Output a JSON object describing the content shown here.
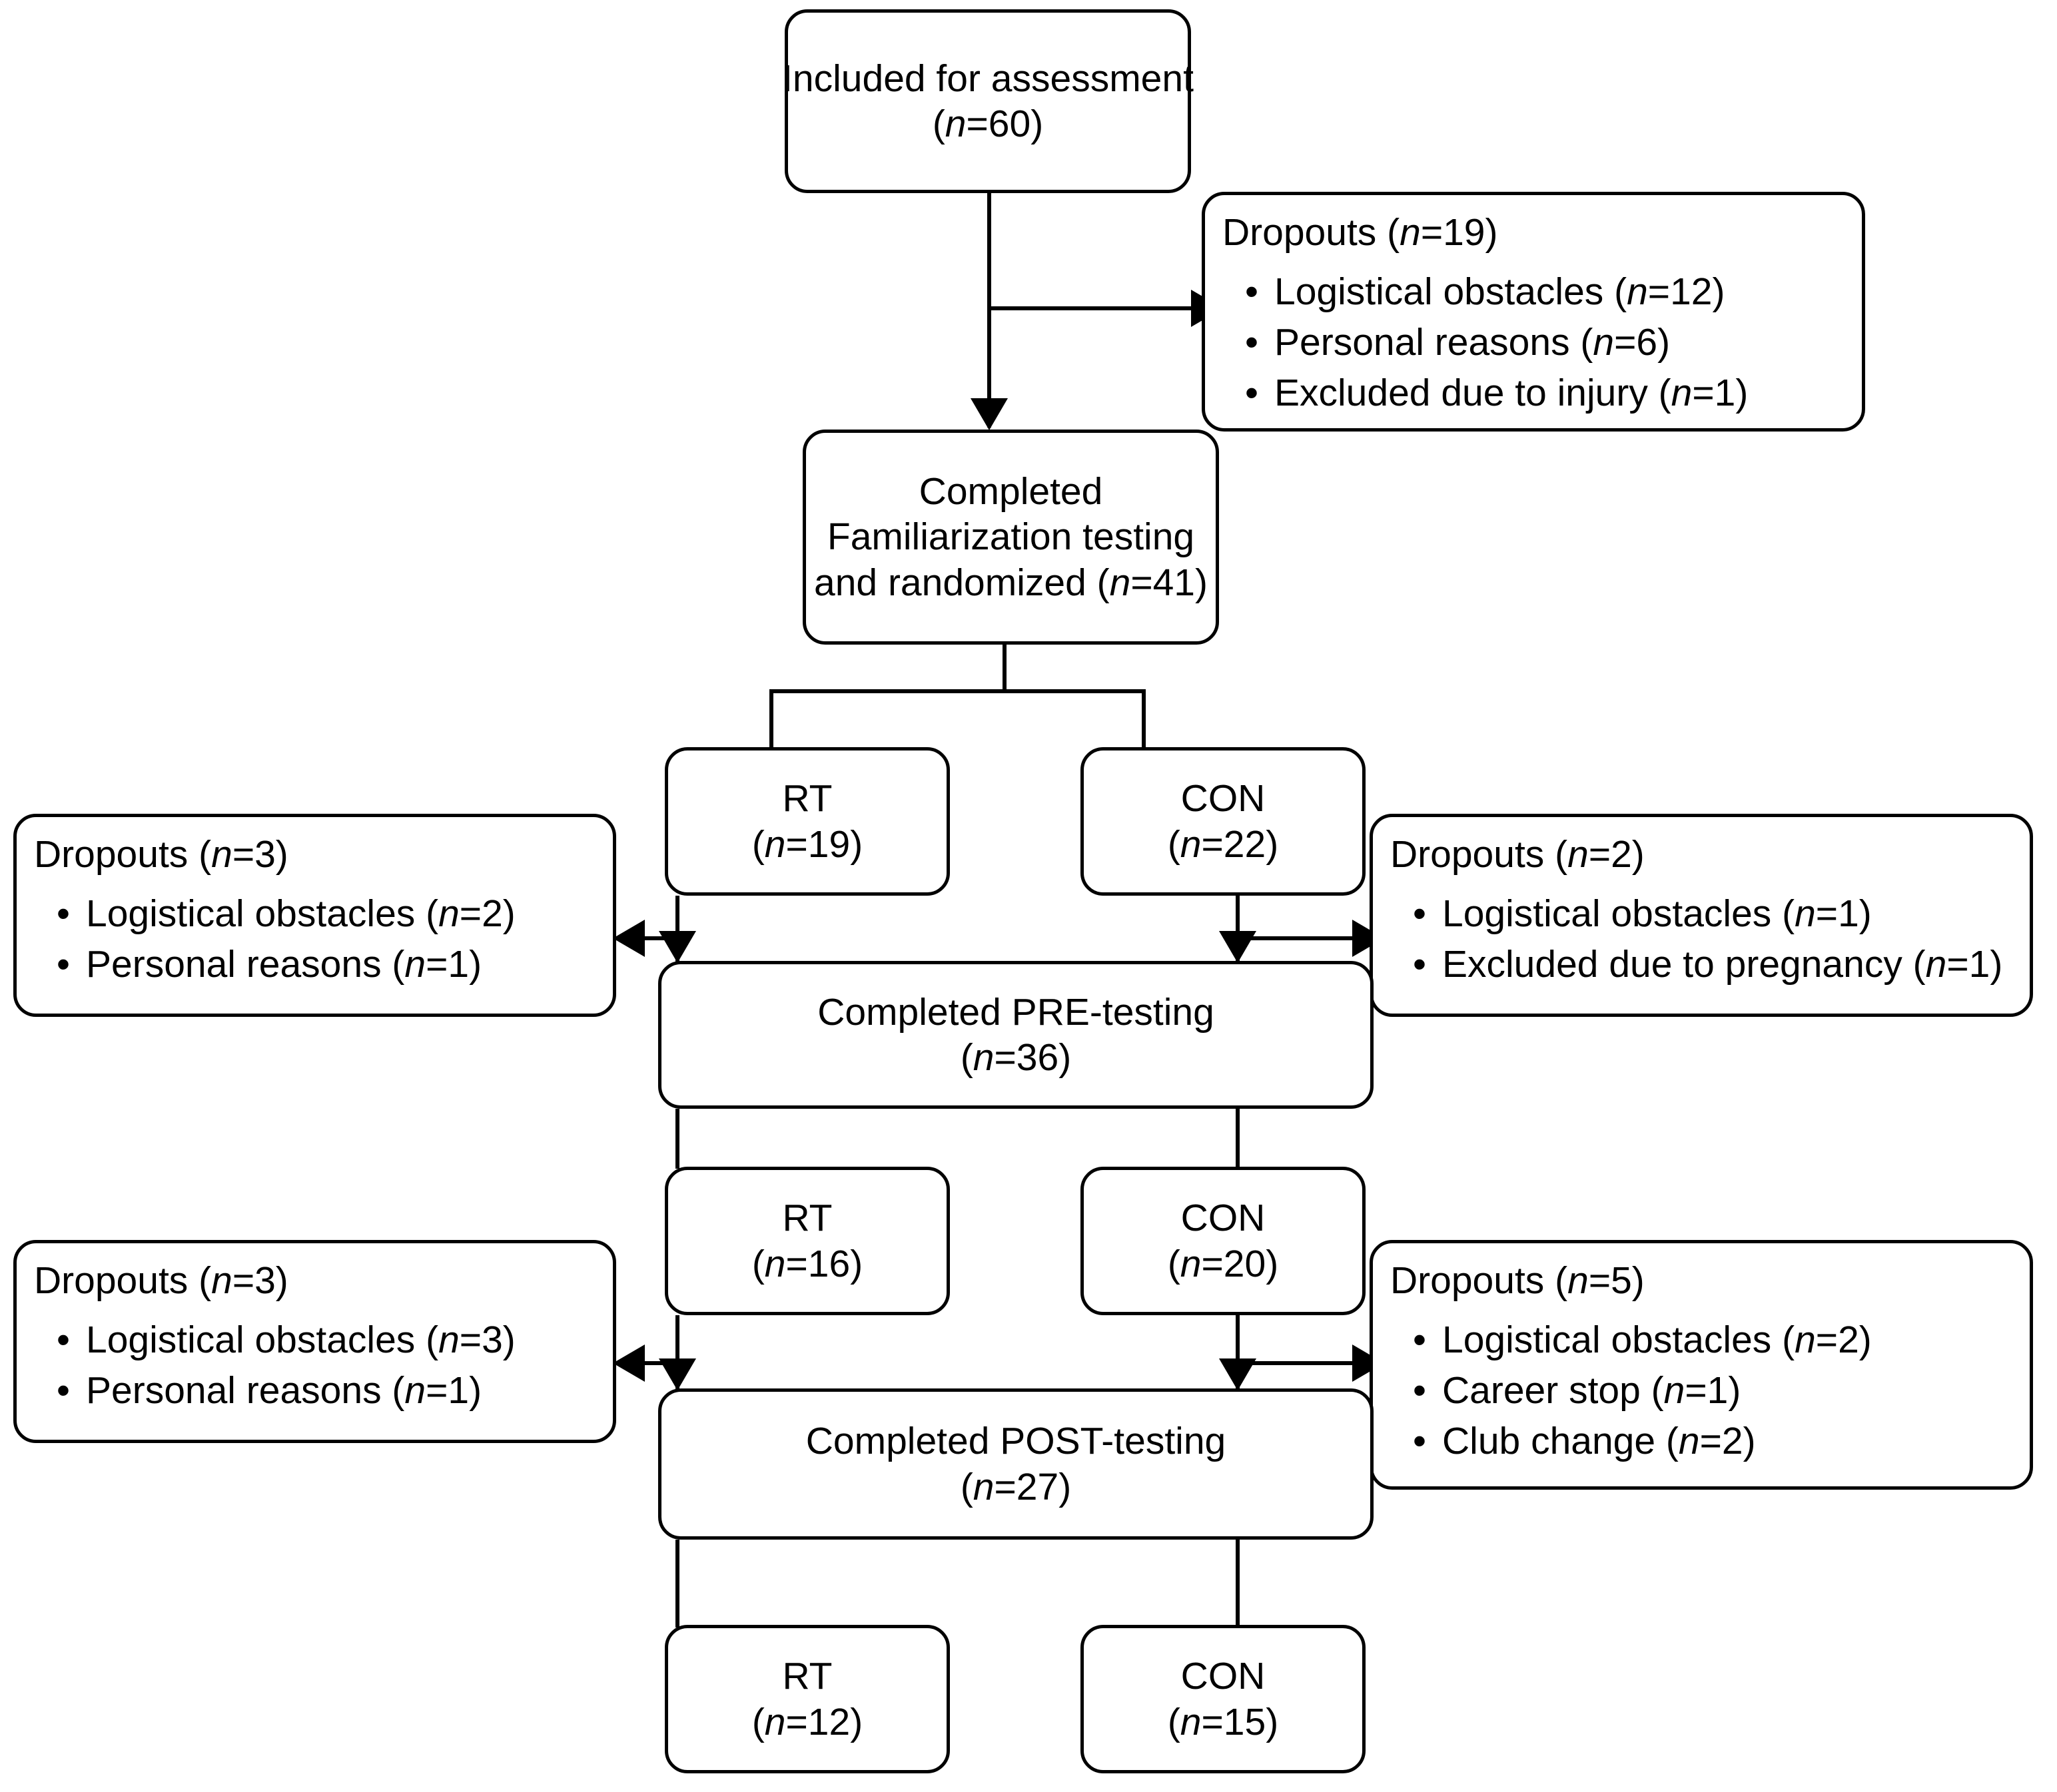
{
  "diagram": {
    "type": "consort-participant-flow",
    "title": "",
    "italic_n_label": "n",
    "bullet_glyph": "•",
    "colors": {
      "stroke": "#000000",
      "background": "#ffffff",
      "text": "#000000"
    }
  },
  "nodes": {
    "assessment": {
      "id": "included-for-assessment",
      "line1": "Included for assessment",
      "line2_prefix": "(",
      "line2_n": "n",
      "line2_suffix": "=60)",
      "n": 60
    },
    "familiarization": {
      "id": "completed-familiarization",
      "line1": "Completed",
      "line2": "Familiarization testing",
      "line3_prefix": "and randomized (",
      "line3_n": "n",
      "line3_suffix": "=41)",
      "n": 41
    },
    "rt_randomized": {
      "id": "rt-randomized",
      "label": "RT",
      "n_prefix": "(",
      "n_italic": "n",
      "n_suffix": "=19)",
      "n": 19
    },
    "con_randomized": {
      "id": "con-randomized",
      "label": "CON",
      "n_prefix": "(",
      "n_italic": "n",
      "n_suffix": "=22)",
      "n": 22
    },
    "pre_testing": {
      "id": "completed-pre-testing",
      "line1": "Completed PRE-testing",
      "line2_prefix": "(",
      "line2_n": "n",
      "line2_suffix": "=36)",
      "n": 36
    },
    "rt_pre": {
      "id": "rt-pre",
      "label": "RT",
      "n_prefix": "(",
      "n_italic": "n",
      "n_suffix": "=16)",
      "n": 16
    },
    "con_pre": {
      "id": "con-pre",
      "label": "CON",
      "n_prefix": "(",
      "n_italic": "n",
      "n_suffix": "=20)",
      "n": 20
    },
    "post_testing": {
      "id": "completed-post-testing",
      "line1": "Completed POST-testing",
      "line2_prefix": "(",
      "line2_n": "n",
      "line2_suffix": "=27)",
      "n": 27
    },
    "rt_post": {
      "id": "rt-post",
      "label": "RT",
      "n_prefix": "(",
      "n_italic": "n",
      "n_suffix": "=12)",
      "n": 12
    },
    "con_post": {
      "id": "con-post",
      "label": "CON",
      "n_prefix": "(",
      "n_italic": "n",
      "n_suffix": "=15)",
      "n": 15
    }
  },
  "dropouts": {
    "after_assessment": {
      "id": "dropouts-after-assessment",
      "title_prefix": "Dropouts (",
      "title_n": "n",
      "title_suffix": "=19)",
      "n": 19,
      "reasons": [
        {
          "text_prefix": "Logistical obstacles (",
          "n_italic": "n",
          "text_suffix": "=12)",
          "label": "Logistical obstacles",
          "n": 12
        },
        {
          "text_prefix": "Personal reasons (",
          "n_italic": "n",
          "text_suffix": "=6)",
          "label": "Personal reasons",
          "n": 6
        },
        {
          "text_prefix": "Excluded due to injury (",
          "n_italic": "n",
          "text_suffix": "=1)",
          "label": "Excluded due to injury",
          "n": 1
        }
      ]
    },
    "rt_pre_dropouts": {
      "id": "dropouts-rt-pre",
      "title_prefix": "Dropouts (",
      "title_n": "n",
      "title_suffix": "=3)",
      "n": 3,
      "reasons": [
        {
          "text_prefix": "Logistical obstacles (",
          "n_italic": "n",
          "text_suffix": "=2)",
          "label": "Logistical obstacles",
          "n": 2
        },
        {
          "text_prefix": "Personal reasons (",
          "n_italic": "n",
          "text_suffix": "=1)",
          "label": "Personal reasons",
          "n": 1
        }
      ]
    },
    "con_pre_dropouts": {
      "id": "dropouts-con-pre",
      "title_prefix": "Dropouts (",
      "title_n": "n",
      "title_suffix": "=2)",
      "n": 2,
      "reasons": [
        {
          "text_prefix": "Logistical obstacles (",
          "n_italic": "n",
          "text_suffix": "=1)",
          "label": "Logistical obstacles",
          "n": 1
        },
        {
          "text_prefix": "Excluded due to pregnancy (",
          "n_italic": "n",
          "text_suffix": "=1)",
          "label": "Excluded due to pregnancy",
          "n": 1
        }
      ]
    },
    "rt_post_dropouts": {
      "id": "dropouts-rt-post",
      "title_prefix": "Dropouts (",
      "title_n": "n",
      "title_suffix": "=3)",
      "n": 3,
      "reasons": [
        {
          "text_prefix": "Logistical obstacles (",
          "n_italic": "n",
          "text_suffix": "=3)",
          "label": "Logistical obstacles",
          "n": 3
        },
        {
          "text_prefix": "Personal reasons (",
          "n_italic": "n",
          "text_suffix": "=1)",
          "label": "Personal reasons",
          "n": 1
        }
      ]
    },
    "con_post_dropouts": {
      "id": "dropouts-con-post",
      "title_prefix": "Dropouts (",
      "title_n": "n",
      "title_suffix": "=5)",
      "n": 5,
      "reasons": [
        {
          "text_prefix": "Logistical obstacles (",
          "n_italic": "n",
          "text_suffix": "=2)",
          "label": "Logistical obstacles",
          "n": 2
        },
        {
          "text_prefix": "Career stop (",
          "n_italic": "n",
          "text_suffix": "=1)",
          "label": "Career stop",
          "n": 1
        },
        {
          "text_prefix": "Club change (",
          "n_italic": "n",
          "text_suffix": "=2)",
          "label": "Club change",
          "n": 2
        }
      ]
    }
  }
}
